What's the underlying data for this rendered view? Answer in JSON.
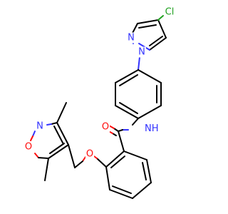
{
  "molecule": {
    "atoms": {
      "cl": {
        "text": "Cl",
        "color": "#1fa01f"
      },
      "n_pyrazole_top": {
        "text": "N",
        "color": "#3333ff"
      },
      "n_pyrazole_link": {
        "text": "N",
        "color": "#3333ff"
      },
      "nh": {
        "text": "N",
        "color": "#3333ff"
      },
      "h_amide": {
        "text": "H",
        "color": "#3333ff"
      },
      "o_carbonyl": {
        "text": "O",
        "color": "#ff0d0d"
      },
      "o_ether": {
        "text": "O",
        "color": "#ff0d0d"
      },
      "n_isoxazole": {
        "text": "N",
        "color": "#3333ff"
      },
      "o_isoxazole": {
        "text": "O",
        "color": "#ff0d0d"
      }
    }
  }
}
